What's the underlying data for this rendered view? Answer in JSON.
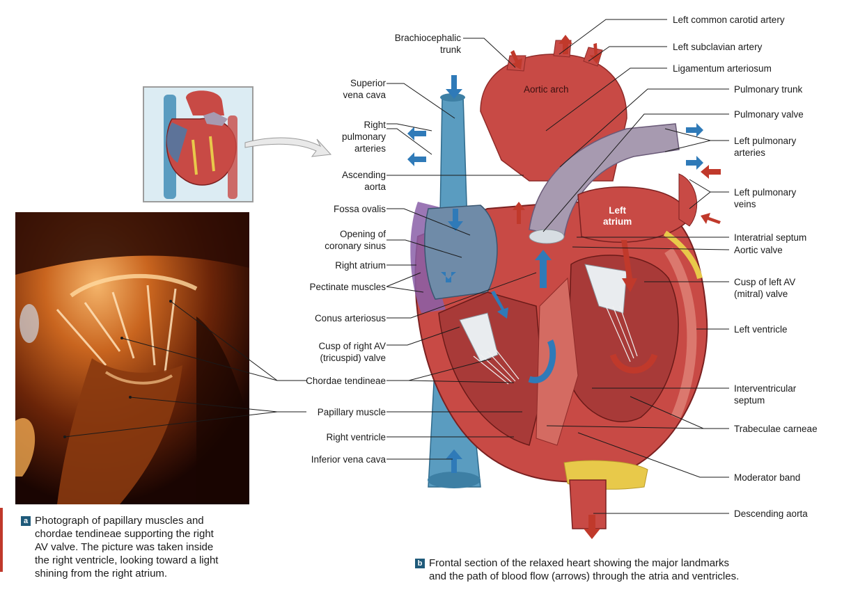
{
  "labels_left": [
    {
      "id": "brachiocephalic",
      "lines": [
        "Brachiocephalic",
        "trunk"
      ]
    },
    {
      "id": "svc",
      "lines": [
        "Superior",
        "vena cava"
      ]
    },
    {
      "id": "rpa",
      "lines": [
        "Right",
        "pulmonary",
        "arteries"
      ]
    },
    {
      "id": "asc-aorta",
      "lines": [
        "Ascending",
        "aorta"
      ]
    },
    {
      "id": "fossa",
      "lines": [
        "Fossa ovalis"
      ]
    },
    {
      "id": "coronary-sinus",
      "lines": [
        "Opening of",
        "coronary sinus"
      ]
    },
    {
      "id": "right-atrium",
      "lines": [
        "Right atrium"
      ]
    },
    {
      "id": "pectinate",
      "lines": [
        "Pectinate muscles"
      ]
    },
    {
      "id": "conus",
      "lines": [
        "Conus arteriosus"
      ]
    },
    {
      "id": "cusp-right",
      "lines": [
        "Cusp of right AV",
        "(tricuspid) valve"
      ]
    },
    {
      "id": "chordae",
      "lines": [
        "Chordae tendineae"
      ]
    },
    {
      "id": "papillary",
      "lines": [
        "Papillary muscle"
      ]
    },
    {
      "id": "right-ventricle",
      "lines": [
        "Right ventricle"
      ]
    },
    {
      "id": "ivc",
      "lines": [
        "Inferior vena cava"
      ]
    }
  ],
  "labels_right": [
    {
      "id": "lcc",
      "lines": [
        "Left common carotid artery"
      ]
    },
    {
      "id": "lsa",
      "lines": [
        "Left subclavian artery"
      ]
    },
    {
      "id": "lig-art",
      "lines": [
        "Ligamentum arteriosum"
      ]
    },
    {
      "id": "pulm-trunk",
      "lines": [
        "Pulmonary trunk"
      ]
    },
    {
      "id": "pulm-valve",
      "lines": [
        "Pulmonary valve"
      ]
    },
    {
      "id": "lpa",
      "lines": [
        "Left pulmonary",
        "arteries"
      ]
    },
    {
      "id": "lpv",
      "lines": [
        "Left pulmonary",
        "veins"
      ]
    },
    {
      "id": "interatrial",
      "lines": [
        "Interatrial septum"
      ]
    },
    {
      "id": "aortic-valve",
      "lines": [
        "Aortic valve"
      ]
    },
    {
      "id": "cusp-left",
      "lines": [
        "Cusp of left AV",
        "(mitral) valve"
      ]
    },
    {
      "id": "left-ventricle",
      "lines": [
        "Left ventricle"
      ]
    },
    {
      "id": "interventricular",
      "lines": [
        "Interventricular",
        "septum"
      ]
    },
    {
      "id": "trabeculae",
      "lines": [
        "Trabeculae carneae"
      ]
    },
    {
      "id": "moderator",
      "lines": [
        "Moderator band"
      ]
    },
    {
      "id": "desc-aorta",
      "lines": [
        "Descending aorta"
      ]
    }
  ],
  "inner_labels": {
    "aortic_arch": "Aortic arch",
    "left_atrium": [
      "Left",
      "atrium"
    ]
  },
  "captions": {
    "a_letter": "a",
    "a_text": [
      "Photograph of papillary muscles and",
      "chordae tendineae supporting the right",
      "AV valve. The picture was taken inside",
      "the right ventricle, looking toward a light",
      "shining from the right atrium."
    ],
    "b_letter": "b",
    "b_text": [
      "Frontal section of the relaxed heart showing the major landmarks",
      "and the path of blood flow (arrows) through the atria and ventricles."
    ]
  },
  "colors": {
    "heart_muscle": "#c84a45",
    "heart_dark": "#8e2a28",
    "vein_blue": "#5a9cc0",
    "pulmonary_purple": "#a79ab0",
    "fat_yellow": "#e8c94a",
    "leader": "#1a1a1a",
    "caption_badge": "#1f5a7a"
  }
}
